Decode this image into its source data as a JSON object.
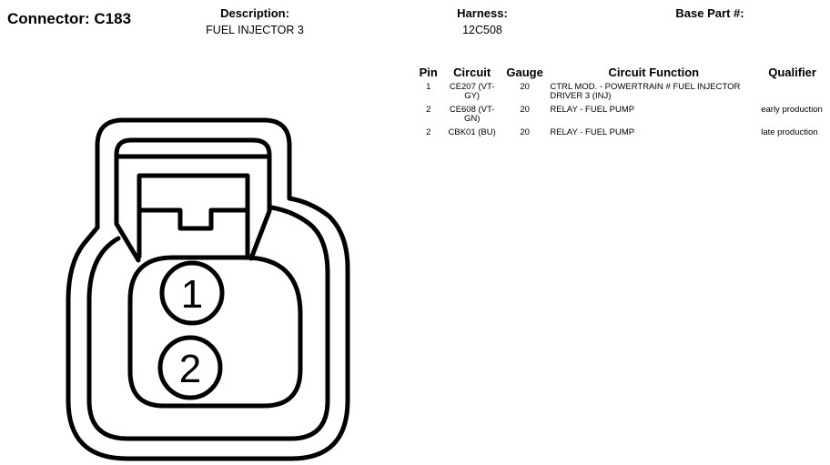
{
  "title": "Connector: C183",
  "description": {
    "label": "Description:",
    "value": "FUEL INJECTOR 3"
  },
  "harness": {
    "label": "Harness:",
    "value": "12C508"
  },
  "base_part": {
    "label": "Base Part #:",
    "value": ""
  },
  "table": {
    "headers": [
      "Pin",
      "Circuit",
      "Gauge",
      "Circuit Function",
      "Qualifier"
    ],
    "rows": [
      {
        "pin": "1",
        "circuit": "CE207 (VT-GY)",
        "gauge": "20",
        "function": "CTRL MOD. - POWERTRAIN # FUEL INJECTOR DRIVER 3 (INJ)",
        "qualifier": ""
      },
      {
        "pin": "2",
        "circuit": "CE608 (VT-GN)",
        "gauge": "20",
        "function": "RELAY - FUEL PUMP",
        "qualifier": "early production"
      },
      {
        "pin": "2",
        "circuit": "CBK01 (BU)",
        "gauge": "20",
        "function": "RELAY - FUEL PUMP",
        "qualifier": "late production"
      }
    ]
  },
  "connector": {
    "pins": [
      "1",
      "2"
    ]
  }
}
